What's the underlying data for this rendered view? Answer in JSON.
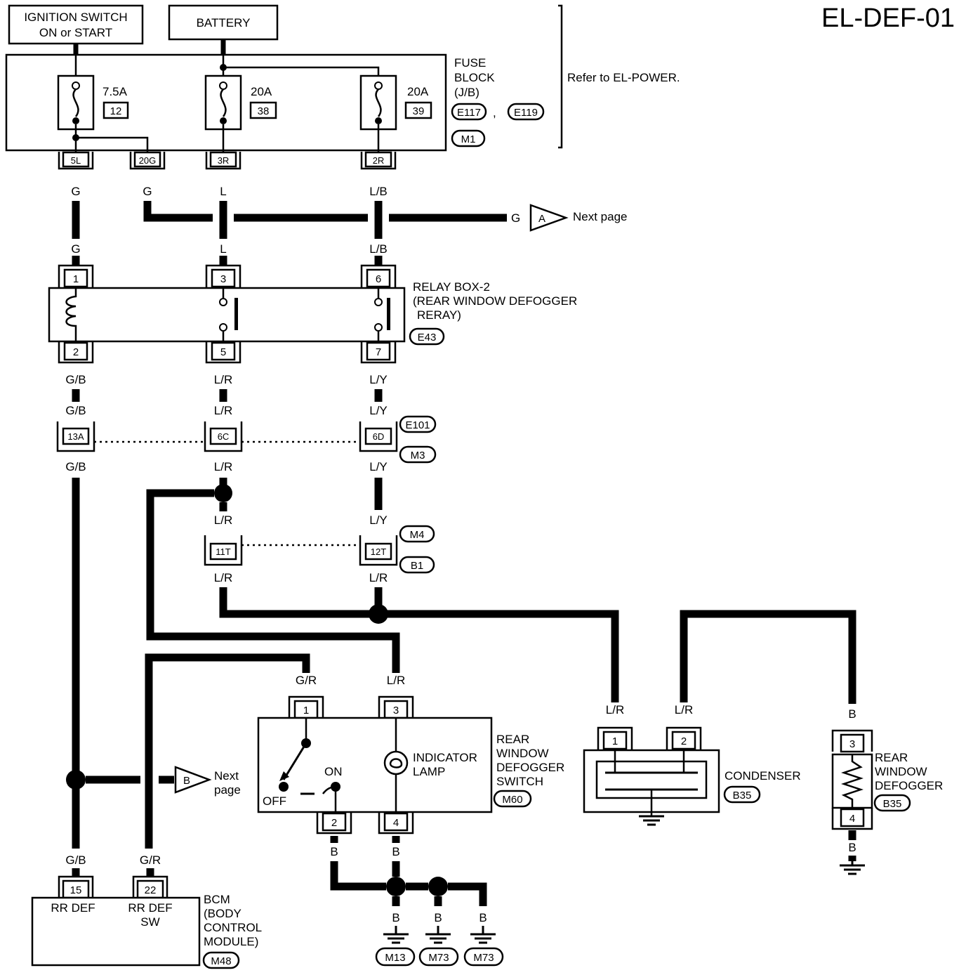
{
  "title": "EL-DEF-01",
  "power": {
    "ignition": [
      "IGNITION SWITCH",
      "ON or START"
    ],
    "battery": "BATTERY",
    "refer": "Refer to EL-POWER."
  },
  "fuse_block": {
    "name": [
      "FUSE",
      "BLOCK",
      "(J/B)"
    ],
    "connectors": [
      "E117",
      "E119",
      "M1"
    ],
    "separator": ",",
    "fuses": [
      {
        "rating": "7.5A",
        "number": "12"
      },
      {
        "rating": "20A",
        "number": "38"
      },
      {
        "rating": "20A",
        "number": "39"
      }
    ],
    "terminals": [
      "5L",
      "20G",
      "3R",
      "2R"
    ]
  },
  "wires": {
    "g": "G",
    "l": "L",
    "lb": "L/B",
    "gb": "G/B",
    "lr": "L/R",
    "ly": "L/Y",
    "gr": "G/R",
    "b": "B"
  },
  "next_page": {
    "label": "Next page",
    "a": "A",
    "b": "B",
    "b_lines": [
      "Next",
      "page"
    ]
  },
  "relay": {
    "name": [
      "RELAY BOX-2",
      "(REAR WINDOW DEFOGGER",
      "RERAY)"
    ],
    "connector": "E43",
    "pins_top": [
      "1",
      "3",
      "6"
    ],
    "pins_bottom": [
      "2",
      "5",
      "7"
    ]
  },
  "joint_connectors": {
    "upper": [
      "13A",
      "6C",
      "6D"
    ],
    "upper_ids": [
      "E101",
      "M3"
    ],
    "lower": [
      "11T",
      "12T"
    ],
    "lower_ids": [
      "M4",
      "B1"
    ]
  },
  "switch": {
    "name": [
      "REAR",
      "WINDOW",
      "DEFOGGER",
      "SWITCH"
    ],
    "connector": "M60",
    "pins": [
      "1",
      "3",
      "2",
      "4"
    ],
    "off": "OFF",
    "on": "ON",
    "lamp": [
      "INDICATOR",
      "LAMP"
    ]
  },
  "condenser": {
    "name": "CONDENSER",
    "connector": "B35",
    "pins": [
      "1",
      "2"
    ]
  },
  "defogger": {
    "name": [
      "REAR",
      "WINDOW",
      "DEFOGGER"
    ],
    "connector": "B35",
    "pins": [
      "3",
      "4"
    ]
  },
  "bcm": {
    "name": [
      "BCM",
      "(BODY",
      "CONTROL",
      "MODULE)"
    ],
    "connector": "M48",
    "pins": [
      "15",
      "22"
    ],
    "rr_def": "RR DEF",
    "rr_def_sw": [
      "RR DEF",
      "SW"
    ]
  },
  "grounds": [
    "M13",
    "M73",
    "M73"
  ]
}
